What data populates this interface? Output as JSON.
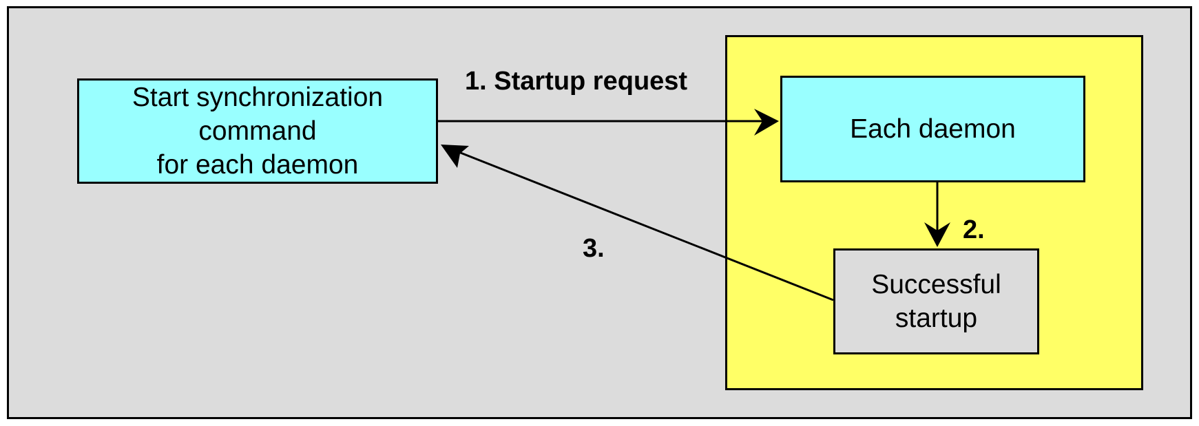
{
  "colors": {
    "background": "#dcdcdc",
    "group_fill": "#ffff66",
    "process_fill": "#99ffff",
    "result_fill": "#dcdcdc",
    "line": "#000000"
  },
  "nodes": {
    "start_command": [
      "Start synchronization",
      "command",
      "for each daemon"
    ],
    "each_daemon": [
      "Each daemon"
    ],
    "successful_startup": [
      "Successful",
      "startup"
    ]
  },
  "edges": {
    "startup_request": "1. Startup request",
    "step_2": "2.",
    "step_3": "3."
  }
}
